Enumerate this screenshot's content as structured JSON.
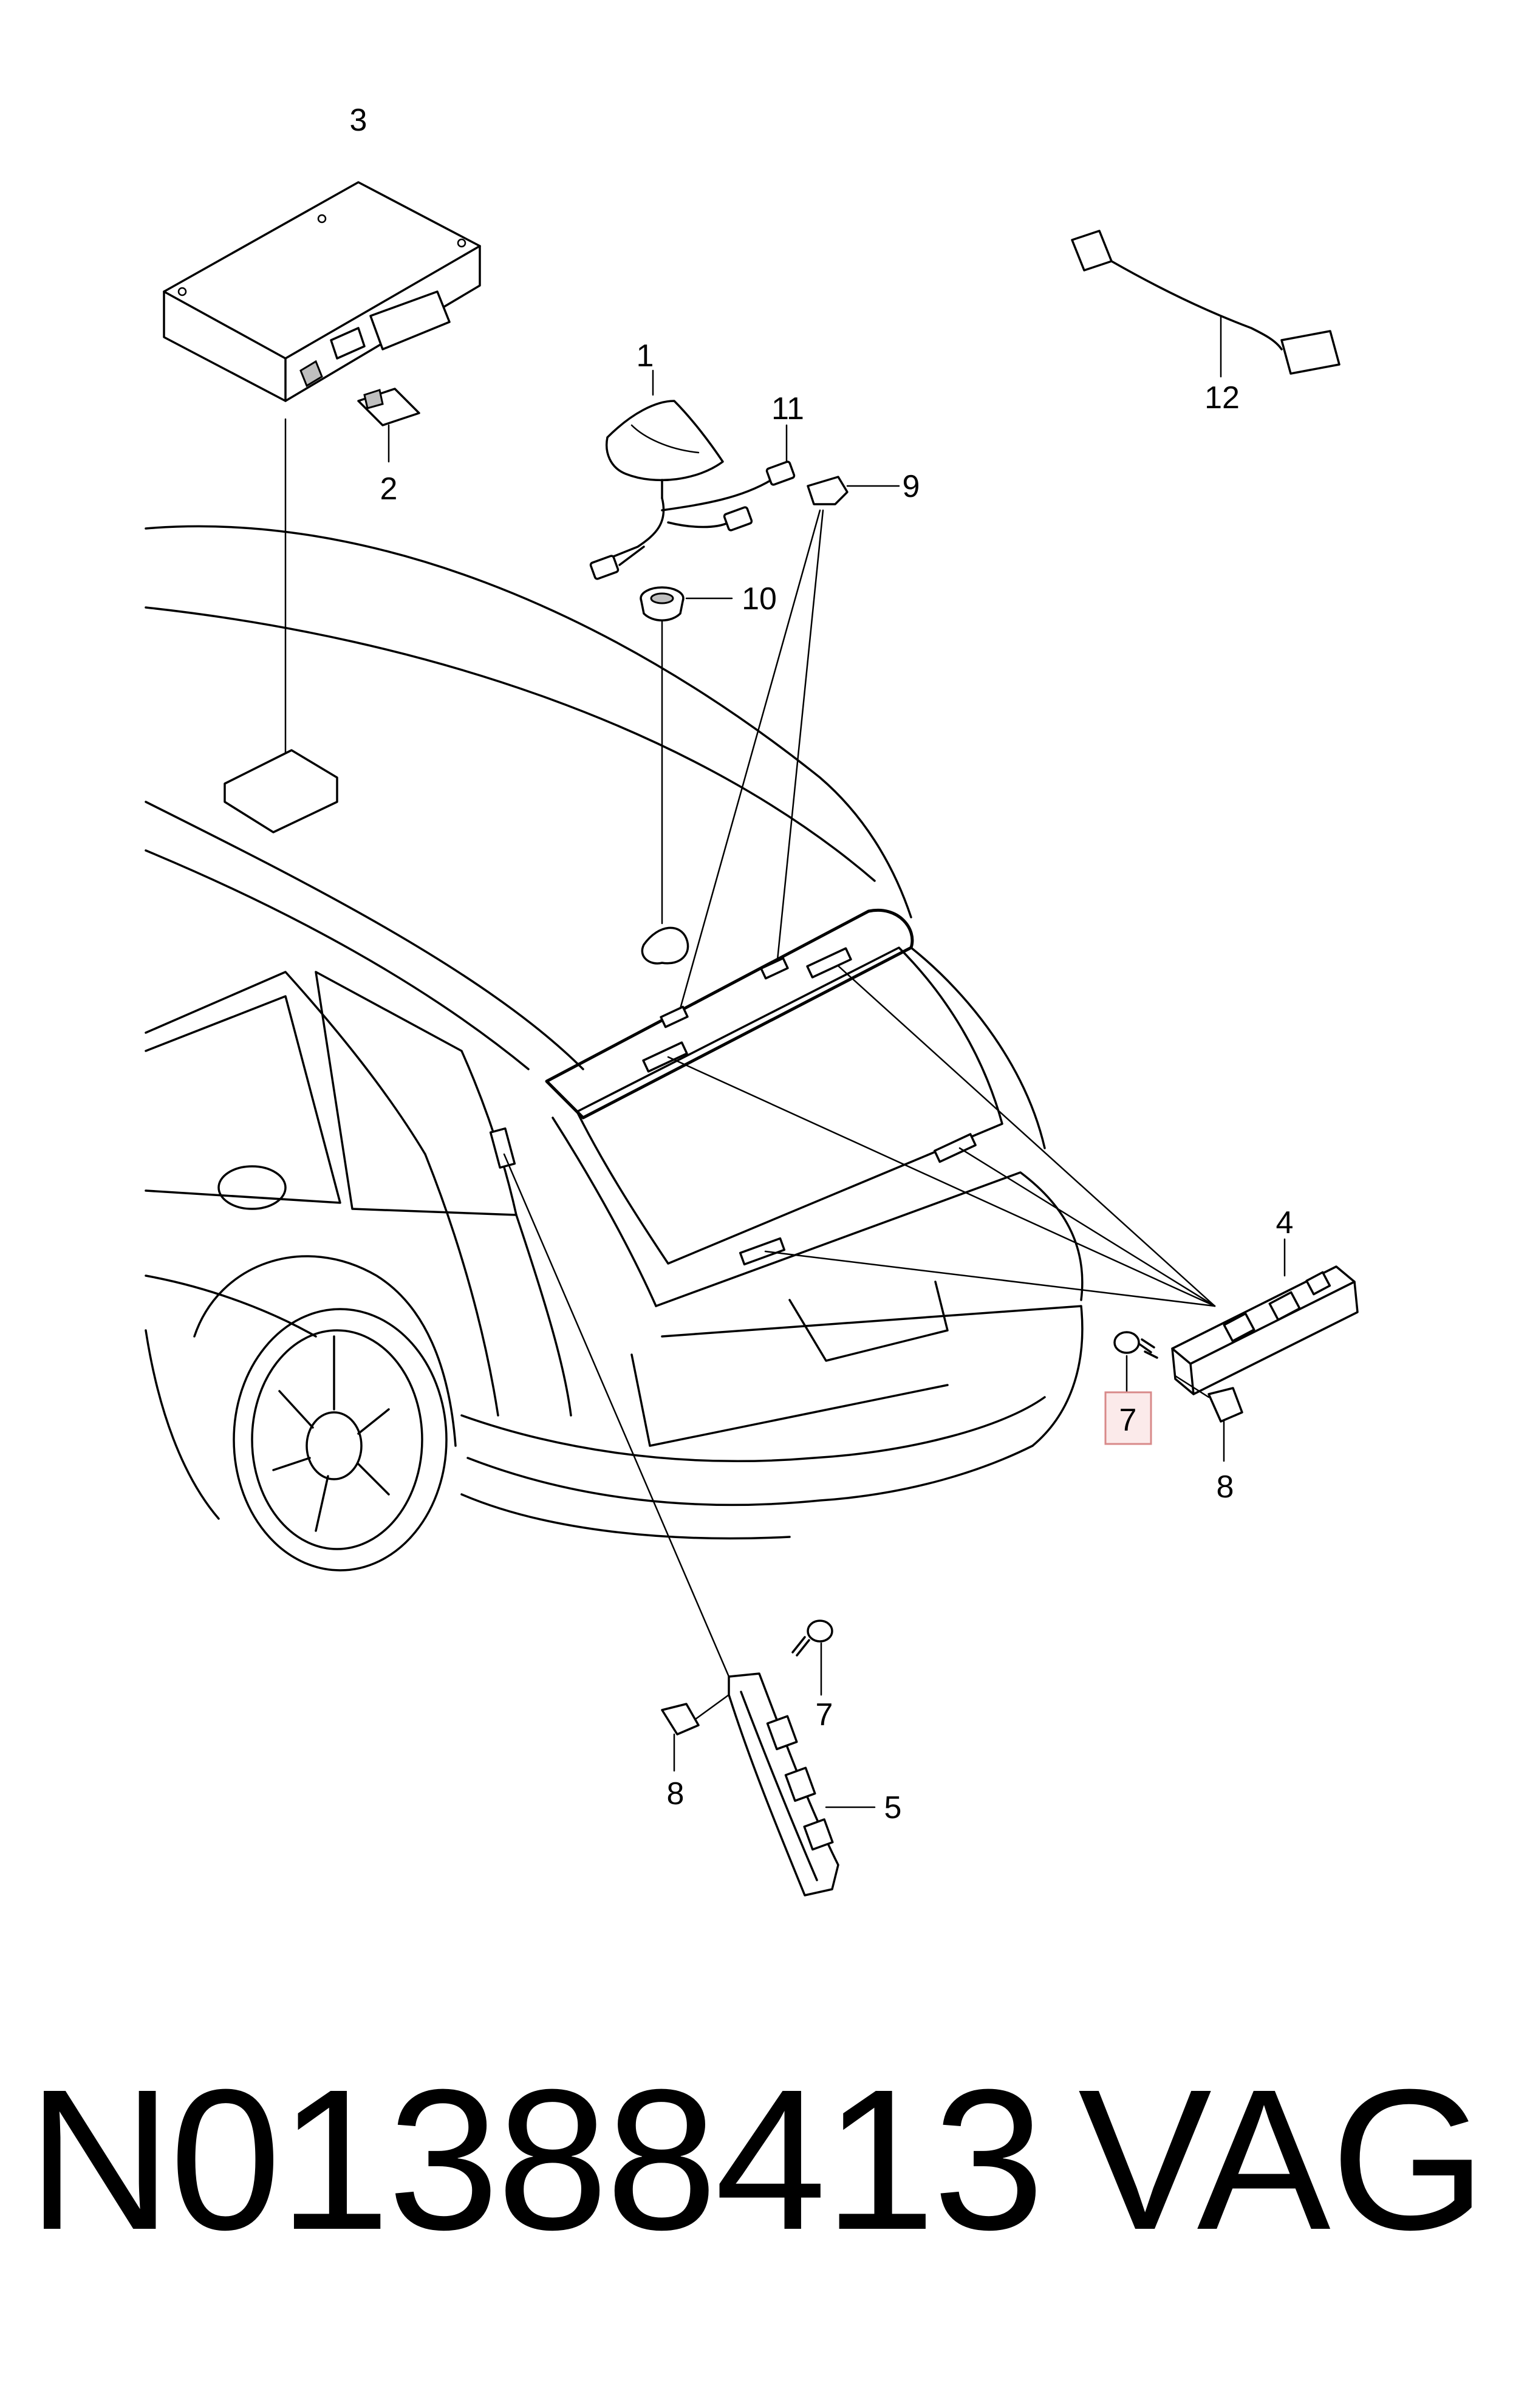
{
  "callouts": {
    "c1": "1",
    "c2": "2",
    "c3": "3",
    "c4": "4",
    "c5": "5",
    "c7a": "7",
    "c7b": "7",
    "c8a": "8",
    "c8b": "8",
    "c9": "9",
    "c10": "10",
    "c11": "11",
    "c12": "12"
  },
  "highlighted_callout": "7",
  "highlight_color": "#d88a8a",
  "footer": {
    "part_number": "N01388413",
    "brand": "VAG"
  }
}
